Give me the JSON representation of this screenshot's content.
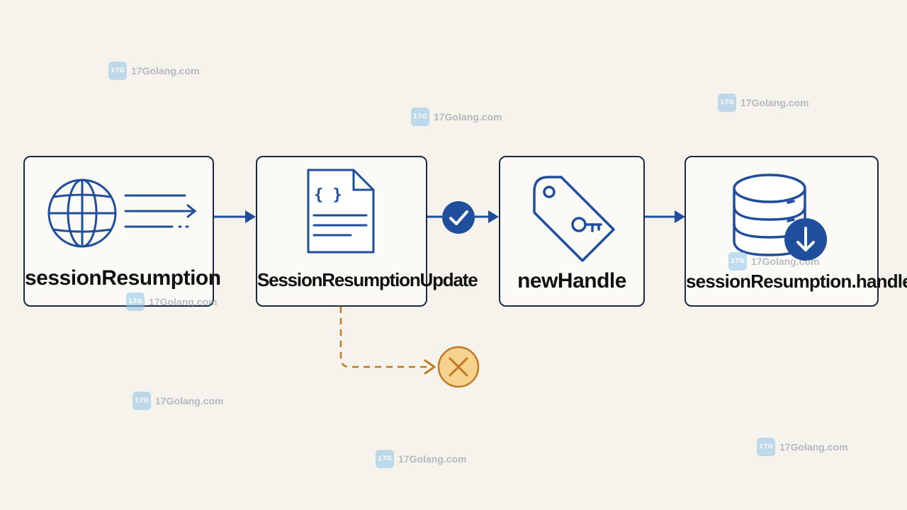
{
  "nodes": [
    {
      "label": "sessionResumption",
      "icon": "globe-icon"
    },
    {
      "label": "SessionResumptionUpdate",
      "icon": "document-icon"
    },
    {
      "label": "newHandle",
      "icon": "key-tag-icon"
    },
    {
      "label": "sessionResumption.handle",
      "icon": "database-download-icon"
    }
  ],
  "connectors": [
    {
      "from": 0,
      "to": 1,
      "style": "solid",
      "color": "#1f4e9c"
    },
    {
      "from": 1,
      "to": 2,
      "style": "solid",
      "color": "#1f4e9c",
      "marker": "check-circle-icon"
    },
    {
      "from": 2,
      "to": 3,
      "style": "solid",
      "color": "#1f4e9c"
    },
    {
      "from": 1,
      "to": "reject",
      "style": "dashed",
      "color": "#c07a22",
      "marker": "x-circle-icon"
    }
  ],
  "document_icon_text": "{ }",
  "watermark": {
    "text": "17Golang.com",
    "count": 8
  },
  "colors": {
    "primary": "#1f4e9c",
    "dashed": "#c07a22",
    "reject_fill": "#f6d28f",
    "border": "#1b2a44",
    "background": "#f6f3ec"
  }
}
